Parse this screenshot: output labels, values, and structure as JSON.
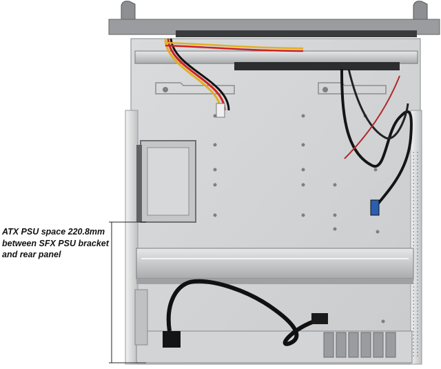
{
  "annotation": {
    "lines": [
      "ATX PSU space 220.8mm",
      "between SFX PSU bracket",
      "and rear panel"
    ]
  }
}
